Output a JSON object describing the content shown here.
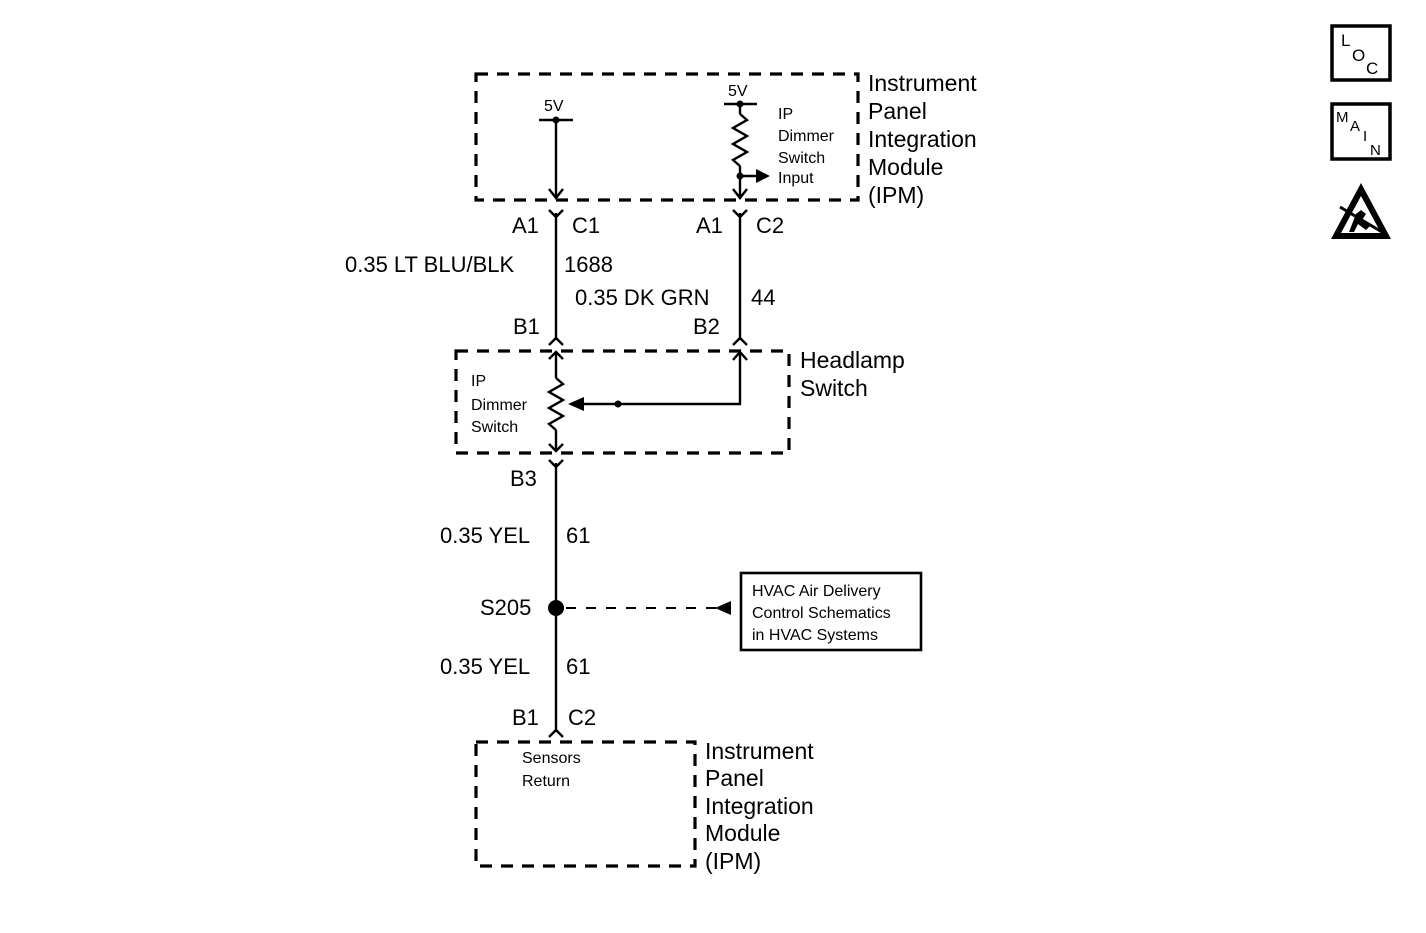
{
  "ipm_top": {
    "title_lines": [
      "Instrument",
      "Panel",
      "Integration",
      "Module",
      "(IPM)"
    ],
    "supply_left": "5V",
    "supply_right": "5V",
    "input_label_lines": [
      "IP",
      "Dimmer",
      "Switch",
      "Input"
    ]
  },
  "connectors": {
    "top_left_pin": "A1",
    "top_left_conn": "C1",
    "top_right_pin": "A1",
    "top_right_conn": "C2",
    "headlamp_b1": "B1",
    "headlamp_b2": "B2",
    "headlamp_b3": "B3",
    "bottom_pin": "B1",
    "bottom_conn": "C2"
  },
  "wires": {
    "w1_label": "0.35 LT BLU/BLK",
    "w1_circuit": "1688",
    "w2_label": "0.35 DK GRN",
    "w2_circuit": "44",
    "w3_label": "0.35 YEL",
    "w3_circuit": "61",
    "w4_label": "0.35 YEL",
    "w4_circuit": "61"
  },
  "headlamp_switch": {
    "title_lines": [
      "Headlamp",
      "Switch"
    ],
    "dimmer_label_lines": [
      "IP",
      "Dimmer",
      "Switch"
    ]
  },
  "splice": {
    "name": "S205"
  },
  "reference_box": {
    "lines": [
      "HVAC Air Delivery",
      "Control Schematics",
      "in HVAC Systems"
    ]
  },
  "ipm_bottom": {
    "title_lines": [
      "Instrument",
      "Panel",
      "Integration",
      "Module",
      "(IPM)"
    ],
    "sensors_label_lines": [
      "Sensors",
      "Return"
    ]
  },
  "nav": {
    "loc": {
      "l": "L",
      "o": "O",
      "c": "C"
    },
    "main": {
      "m": "M",
      "a": "A",
      "i": "I",
      "n": "N"
    },
    "esd_icon": "esd-warning-icon"
  }
}
